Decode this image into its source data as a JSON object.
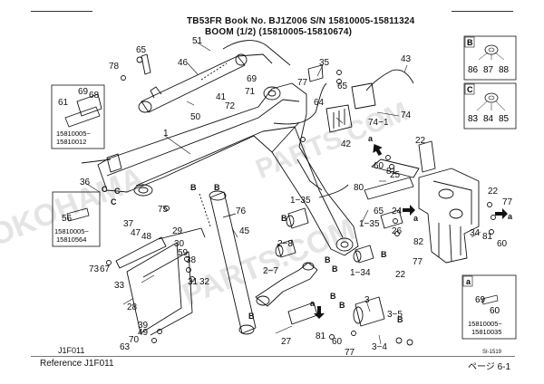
{
  "header": {
    "line1": "TB53FR  Book No. BJ1Z006  S/N 15810005-15811324",
    "line2": "BOOM (1/2) (15810005-15810674)"
  },
  "footer": {
    "left_code": "J1F011",
    "reference": "Reference  J1F011",
    "small_code": "SI-1519",
    "page_label": "ページ  6-1"
  },
  "watermarks": [
    "YOKOHAMA",
    "PARTS.COM"
  ],
  "callouts": [
    {
      "id": "c1",
      "text": "1"
    },
    {
      "id": "c3",
      "text": "3"
    },
    {
      "id": "c3_4",
      "text": "3−4"
    },
    {
      "id": "c3_5",
      "text": "3−5"
    },
    {
      "id": "c22a",
      "text": "22"
    },
    {
      "id": "c22b",
      "text": "22"
    },
    {
      "id": "c22c",
      "text": "22"
    },
    {
      "id": "c24",
      "text": "24"
    },
    {
      "id": "c25",
      "text": "25"
    },
    {
      "id": "c26",
      "text": "26"
    },
    {
      "id": "c27",
      "text": "27"
    },
    {
      "id": "c28",
      "text": "28"
    },
    {
      "id": "c29",
      "text": "29"
    },
    {
      "id": "c30",
      "text": "30"
    },
    {
      "id": "c31",
      "text": "31"
    },
    {
      "id": "c32",
      "text": "32"
    },
    {
      "id": "c33",
      "text": "33"
    },
    {
      "id": "c34",
      "text": "34"
    },
    {
      "id": "c35",
      "text": "35"
    },
    {
      "id": "c36",
      "text": "36"
    },
    {
      "id": "c37",
      "text": "37"
    },
    {
      "id": "c38",
      "text": "38"
    },
    {
      "id": "c39",
      "text": "39"
    },
    {
      "id": "c41",
      "text": "41"
    },
    {
      "id": "c42",
      "text": "42"
    },
    {
      "id": "c43",
      "text": "43"
    },
    {
      "id": "c45",
      "text": "45"
    },
    {
      "id": "c46",
      "text": "46"
    },
    {
      "id": "c47",
      "text": "47"
    },
    {
      "id": "c48",
      "text": "48"
    },
    {
      "id": "c49",
      "text": "49"
    },
    {
      "id": "c50",
      "text": "50"
    },
    {
      "id": "c51",
      "text": "51"
    },
    {
      "id": "c56",
      "text": "56"
    },
    {
      "id": "c59",
      "text": "59"
    },
    {
      "id": "c60a",
      "text": "60"
    },
    {
      "id": "c60b",
      "text": "60"
    },
    {
      "id": "c60c",
      "text": "60"
    },
    {
      "id": "c61",
      "text": "61"
    },
    {
      "id": "c63",
      "text": "63"
    },
    {
      "id": "c64",
      "text": "64"
    },
    {
      "id": "c65a",
      "text": "65"
    },
    {
      "id": "c65b",
      "text": "65"
    },
    {
      "id": "c65c",
      "text": "65"
    },
    {
      "id": "c67",
      "text": "67"
    },
    {
      "id": "c68",
      "text": "68"
    },
    {
      "id": "c69a",
      "text": "69"
    },
    {
      "id": "c69b",
      "text": "69"
    },
    {
      "id": "c70",
      "text": "70"
    },
    {
      "id": "c71",
      "text": "71"
    },
    {
      "id": "c72",
      "text": "72"
    },
    {
      "id": "c73",
      "text": "73"
    },
    {
      "id": "c74",
      "text": "74"
    },
    {
      "id": "c74_1",
      "text": "74−1"
    },
    {
      "id": "c75",
      "text": "75"
    },
    {
      "id": "c76",
      "text": "76"
    },
    {
      "id": "c77a",
      "text": "77"
    },
    {
      "id": "c77b",
      "text": "77"
    },
    {
      "id": "c77c",
      "text": "77"
    },
    {
      "id": "c77d",
      "text": "77"
    },
    {
      "id": "c78",
      "text": "78"
    },
    {
      "id": "c80a",
      "text": "80"
    },
    {
      "id": "c80b",
      "text": "80"
    },
    {
      "id": "c81a",
      "text": "81"
    },
    {
      "id": "c81b",
      "text": "81"
    },
    {
      "id": "c81c",
      "text": "81"
    },
    {
      "id": "c82",
      "text": "82"
    },
    {
      "id": "c1_34",
      "text": "1−34"
    },
    {
      "id": "c1_35a",
      "text": "1−35"
    },
    {
      "id": "c1_35b",
      "text": "1−35"
    },
    {
      "id": "c2_7",
      "text": "2−7"
    },
    {
      "id": "c2_8",
      "text": "2−8"
    },
    {
      "id": "cB1",
      "text": "B"
    },
    {
      "id": "cB2",
      "text": "B"
    },
    {
      "id": "cB3",
      "text": "B"
    },
    {
      "id": "cB4",
      "text": "B"
    },
    {
      "id": "cB5",
      "text": "B"
    },
    {
      "id": "cB6",
      "text": "B"
    },
    {
      "id": "cB7",
      "text": "B"
    },
    {
      "id": "cB8",
      "text": "B"
    },
    {
      "id": "cB9",
      "text": "B"
    },
    {
      "id": "cB10",
      "text": "B"
    },
    {
      "id": "cC1",
      "text": "C"
    },
    {
      "id": "cC2",
      "text": "C"
    },
    {
      "id": "cC3",
      "text": "C"
    },
    {
      "id": "ca1",
      "text": "a"
    },
    {
      "id": "ca2",
      "text": "a"
    },
    {
      "id": "ca3",
      "text": "a"
    },
    {
      "id": "ca4",
      "text": "a"
    }
  ],
  "insets": {
    "B": {
      "label": "B",
      "numbers": [
        "86",
        "87",
        "88"
      ]
    },
    "C": {
      "label": "C",
      "numbers": [
        "83",
        "84",
        "85"
      ]
    },
    "a": {
      "label": "a",
      "numbers": [
        "69",
        "60"
      ],
      "serial1": "15810005−",
      "serial2": "15810035"
    },
    "serial_top_left": {
      "numbers": [
        "65",
        "69",
        "68",
        "61"
      ],
      "serial1": "15810005−",
      "serial2": "15810012"
    },
    "serial_left": {
      "numbers": [
        "56"
      ],
      "serial1": "15810005−",
      "serial2": "15810564"
    }
  }
}
